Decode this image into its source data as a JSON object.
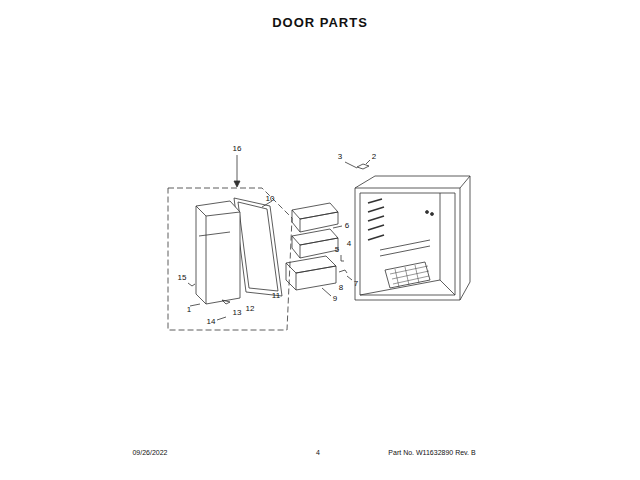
{
  "diagram": {
    "title": "DOOR PARTS",
    "labels": [
      "16",
      "10",
      "3",
      "2",
      "6",
      "4",
      "5",
      "7",
      "8",
      "9",
      "15",
      "1",
      "14",
      "13",
      "12",
      "11",
      "09/26/2022",
      "4",
      "Part No. W11632890  Rev. B"
    ]
  }
}
